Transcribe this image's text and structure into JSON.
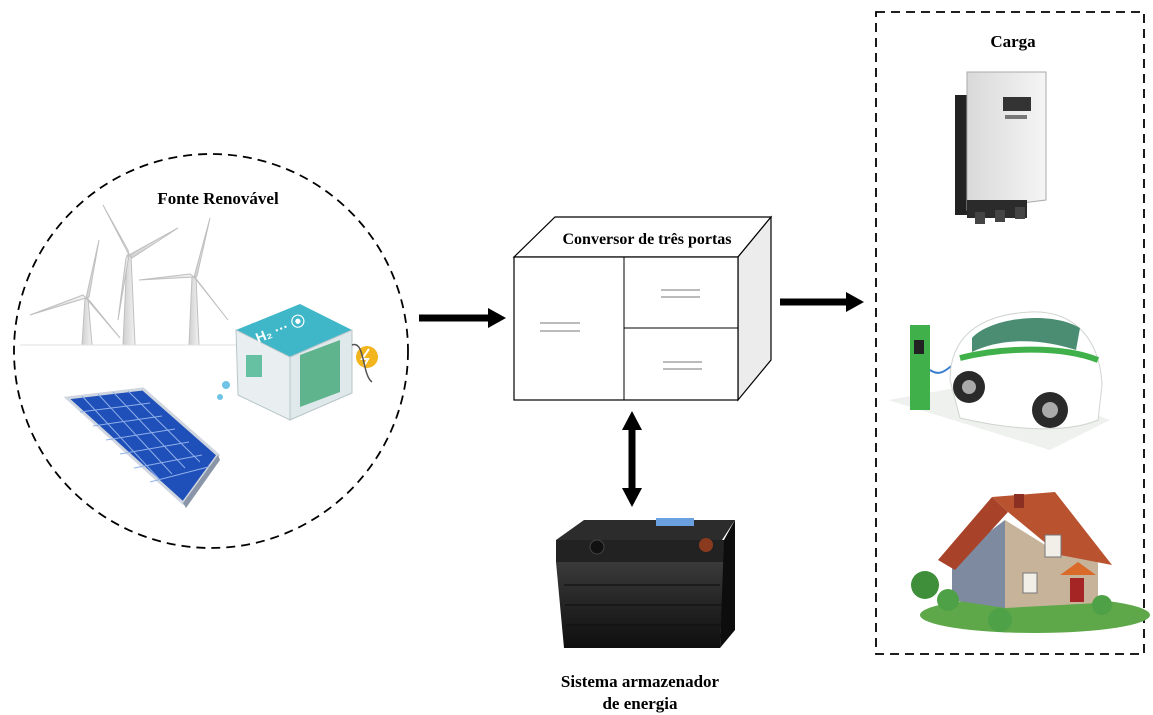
{
  "labels": {
    "source": "Fonte Renovável",
    "converter": "Conversor de três portas",
    "load": "Carga",
    "storage_line1": "Sistema armazenador",
    "storage_line2": "de energia"
  },
  "colors": {
    "stroke": "#000000",
    "panel_blue": "#1f4fb8",
    "car_green": "#3fb04a",
    "battery_body": "#1c1c1c",
    "roof": "#a8432a",
    "house_wall": "#c7b39a"
  },
  "icons": {
    "wind": "wind-turbines-icon",
    "solar": "solar-panel-icon",
    "hydrogen": "hydrogen-fuel-cell-icon",
    "inverter": "inverter-device-icon",
    "ev": "electric-car-charger-icon",
    "house": "house-icon",
    "battery": "battery-icon"
  }
}
